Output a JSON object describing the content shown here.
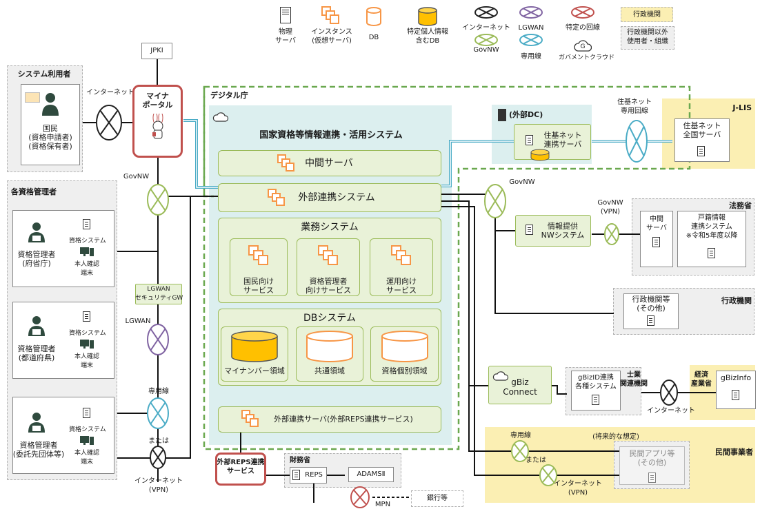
{
  "legend": {
    "physical_server": "物理\nサーバ",
    "instance": "インスタンス\n(仮想サーバ)",
    "db": "DB",
    "db_personal": "特定個人情報\n含むDB",
    "internet": "インターネット",
    "govnw": "GovNW",
    "lgwan": "LGWAN",
    "dedicated": "専用線",
    "specific_line": "特定の回線",
    "gov_cloud_letter": "G",
    "gov_cloud": "ガバメントクラウド",
    "gov_agency": "行政機関",
    "non_gov": "行政機関以外\n使用者・組織"
  },
  "nodes": {
    "jpki": "JPKI",
    "system_users": "システム利用者",
    "citizen": "国民\n(資格申請者)\n(資格保有者)",
    "internet_label": "インターネット",
    "myna_portal": "マイナ\nポータル",
    "digital_agency": "デジタル庁",
    "main_system": "国家資格等情報連携・活用システム",
    "intermediate_server": "中間サーバ",
    "external_link_system": "外部連携システム",
    "business_system": "業務システム",
    "svc_citizen": "国民向け\nサービス",
    "svc_admin": "資格管理者\n向けサービス",
    "svc_ops": "運用向け\nサービス",
    "db_system": "DBシステム",
    "db_mynumber": "マイナンバー領域",
    "db_common": "共通領域",
    "db_individual": "資格個別領域",
    "ext_link_server": "外部連携サーバ(外部REPS連携サービス)",
    "external_dc": "(外部DC)",
    "juki_link_server": "住基ネット\n連携サーバ",
    "juki_line": "住基ネット\n専用回線",
    "jlis": "J-LIS",
    "juki_national": "住基ネット\n全国サーバ",
    "govnw1": "GovNW",
    "govnw2": "GovNW",
    "govnw_vpn": "GovNW\n(VPN)",
    "info_nw": "情報提供\nNWシステム",
    "moj": "法務省",
    "moj_mid": "中間\nサーバ",
    "koseki": "戸籍情報\n連携システム\n※令和5年度以降",
    "gov_agencies": "行政機関",
    "gov_other": "行政機関等\n(その他)",
    "qual_admins": "各資格管理者",
    "admin_ministry": "資格管理者\n(府省庁)",
    "admin_pref": "資格管理者\n(都道府県)",
    "admin_delegate": "資格管理者\n(委託先団体等)",
    "qual_system": "資格システム",
    "id_terminal": "本人確認\n端末",
    "lgwan_gw": "LGWAN\nセキュリティGW",
    "lgwan": "LGWAN",
    "dedicated_line": "専用線",
    "or1": "または",
    "internet_vpn": "インターネット\n(VPN)",
    "gbiz_connect": "gBiz\nConnect",
    "gbizid_systems": "gBizID連携\n各種システム",
    "land_org": "士業\n関連機関",
    "meti": "経済\n産業省",
    "internet2": "インターネット",
    "gbizinfo": "gBizInfo",
    "future": "(将来的な想定)",
    "private": "民間事業者",
    "private_app": "民間アプリ等\n(その他)",
    "dedicated2": "専用線",
    "or2": "または",
    "internet_vpn2": "インターネット\n(VPN)",
    "ext_reps": "外部REPS連携\nサービス",
    "mof": "財務省",
    "reps": "REPS",
    "adams": "ADAMSⅡ",
    "mpn": "MPN",
    "banks": "銀行等"
  },
  "colors": {
    "orange": "#f79646",
    "yellow": "#ffc000",
    "green": "#9bbb59",
    "purple": "#8064a2",
    "blue": "#4bacc6",
    "red": "#c0504d",
    "dkgreen": "#6aa84f"
  }
}
